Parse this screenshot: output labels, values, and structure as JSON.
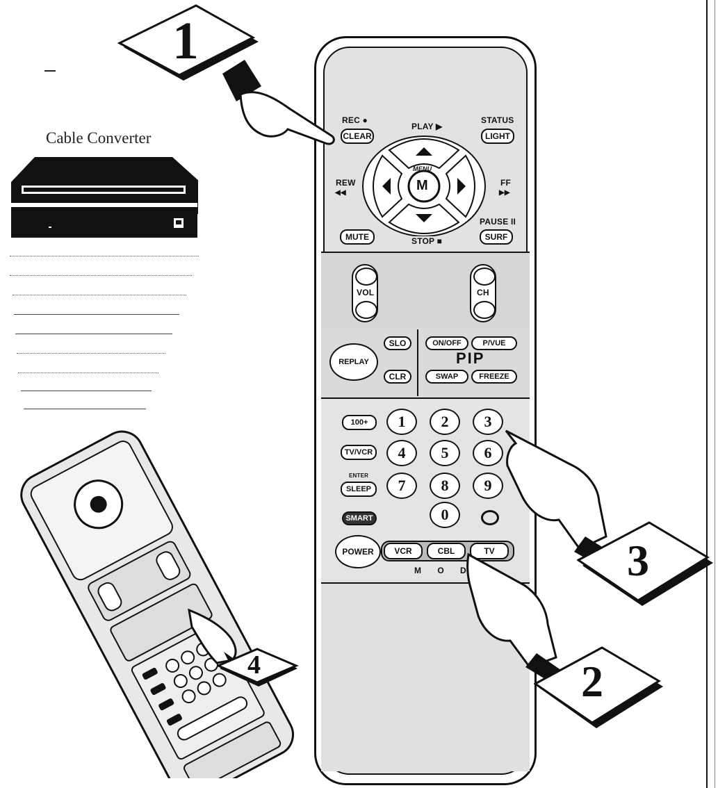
{
  "caption": "Cable Converter",
  "steps": {
    "s1": "1",
    "s2": "2",
    "s3": "3",
    "s4": "4"
  },
  "remote": {
    "rec": "REC ●",
    "clear": "CLEAR",
    "play": "PLAY ▶",
    "status": "STATUS",
    "light": "LIGHT",
    "rew": "REW",
    "rew_sym": "◀◀",
    "ff": "FF",
    "ff_sym": "▶▶",
    "menu": "MENU",
    "m": "M",
    "pause": "PAUSE II",
    "mute": "MUTE",
    "stop": "STOP ■",
    "surf": "SURF",
    "vol": "VOL",
    "ch": "CH",
    "replay": "REPLAY",
    "slo": "SLO",
    "clr": "CLR",
    "onoff": "ON/OFF",
    "pview": "P/VUE",
    "pip": "PIP",
    "swap": "SWAP",
    "freeze": "FREEZE",
    "k100": "100+",
    "tvvcr": "TV/VCR",
    "enter": "ENTER",
    "sleep": "SLEEP",
    "smart": "SMART",
    "digits": [
      "1",
      "2",
      "3",
      "4",
      "5",
      "6",
      "7",
      "8",
      "9",
      "0"
    ],
    "power": "POWER",
    "vcr": "VCR",
    "cbl": "CBL",
    "tv": "TV",
    "mode": "M O D E"
  }
}
